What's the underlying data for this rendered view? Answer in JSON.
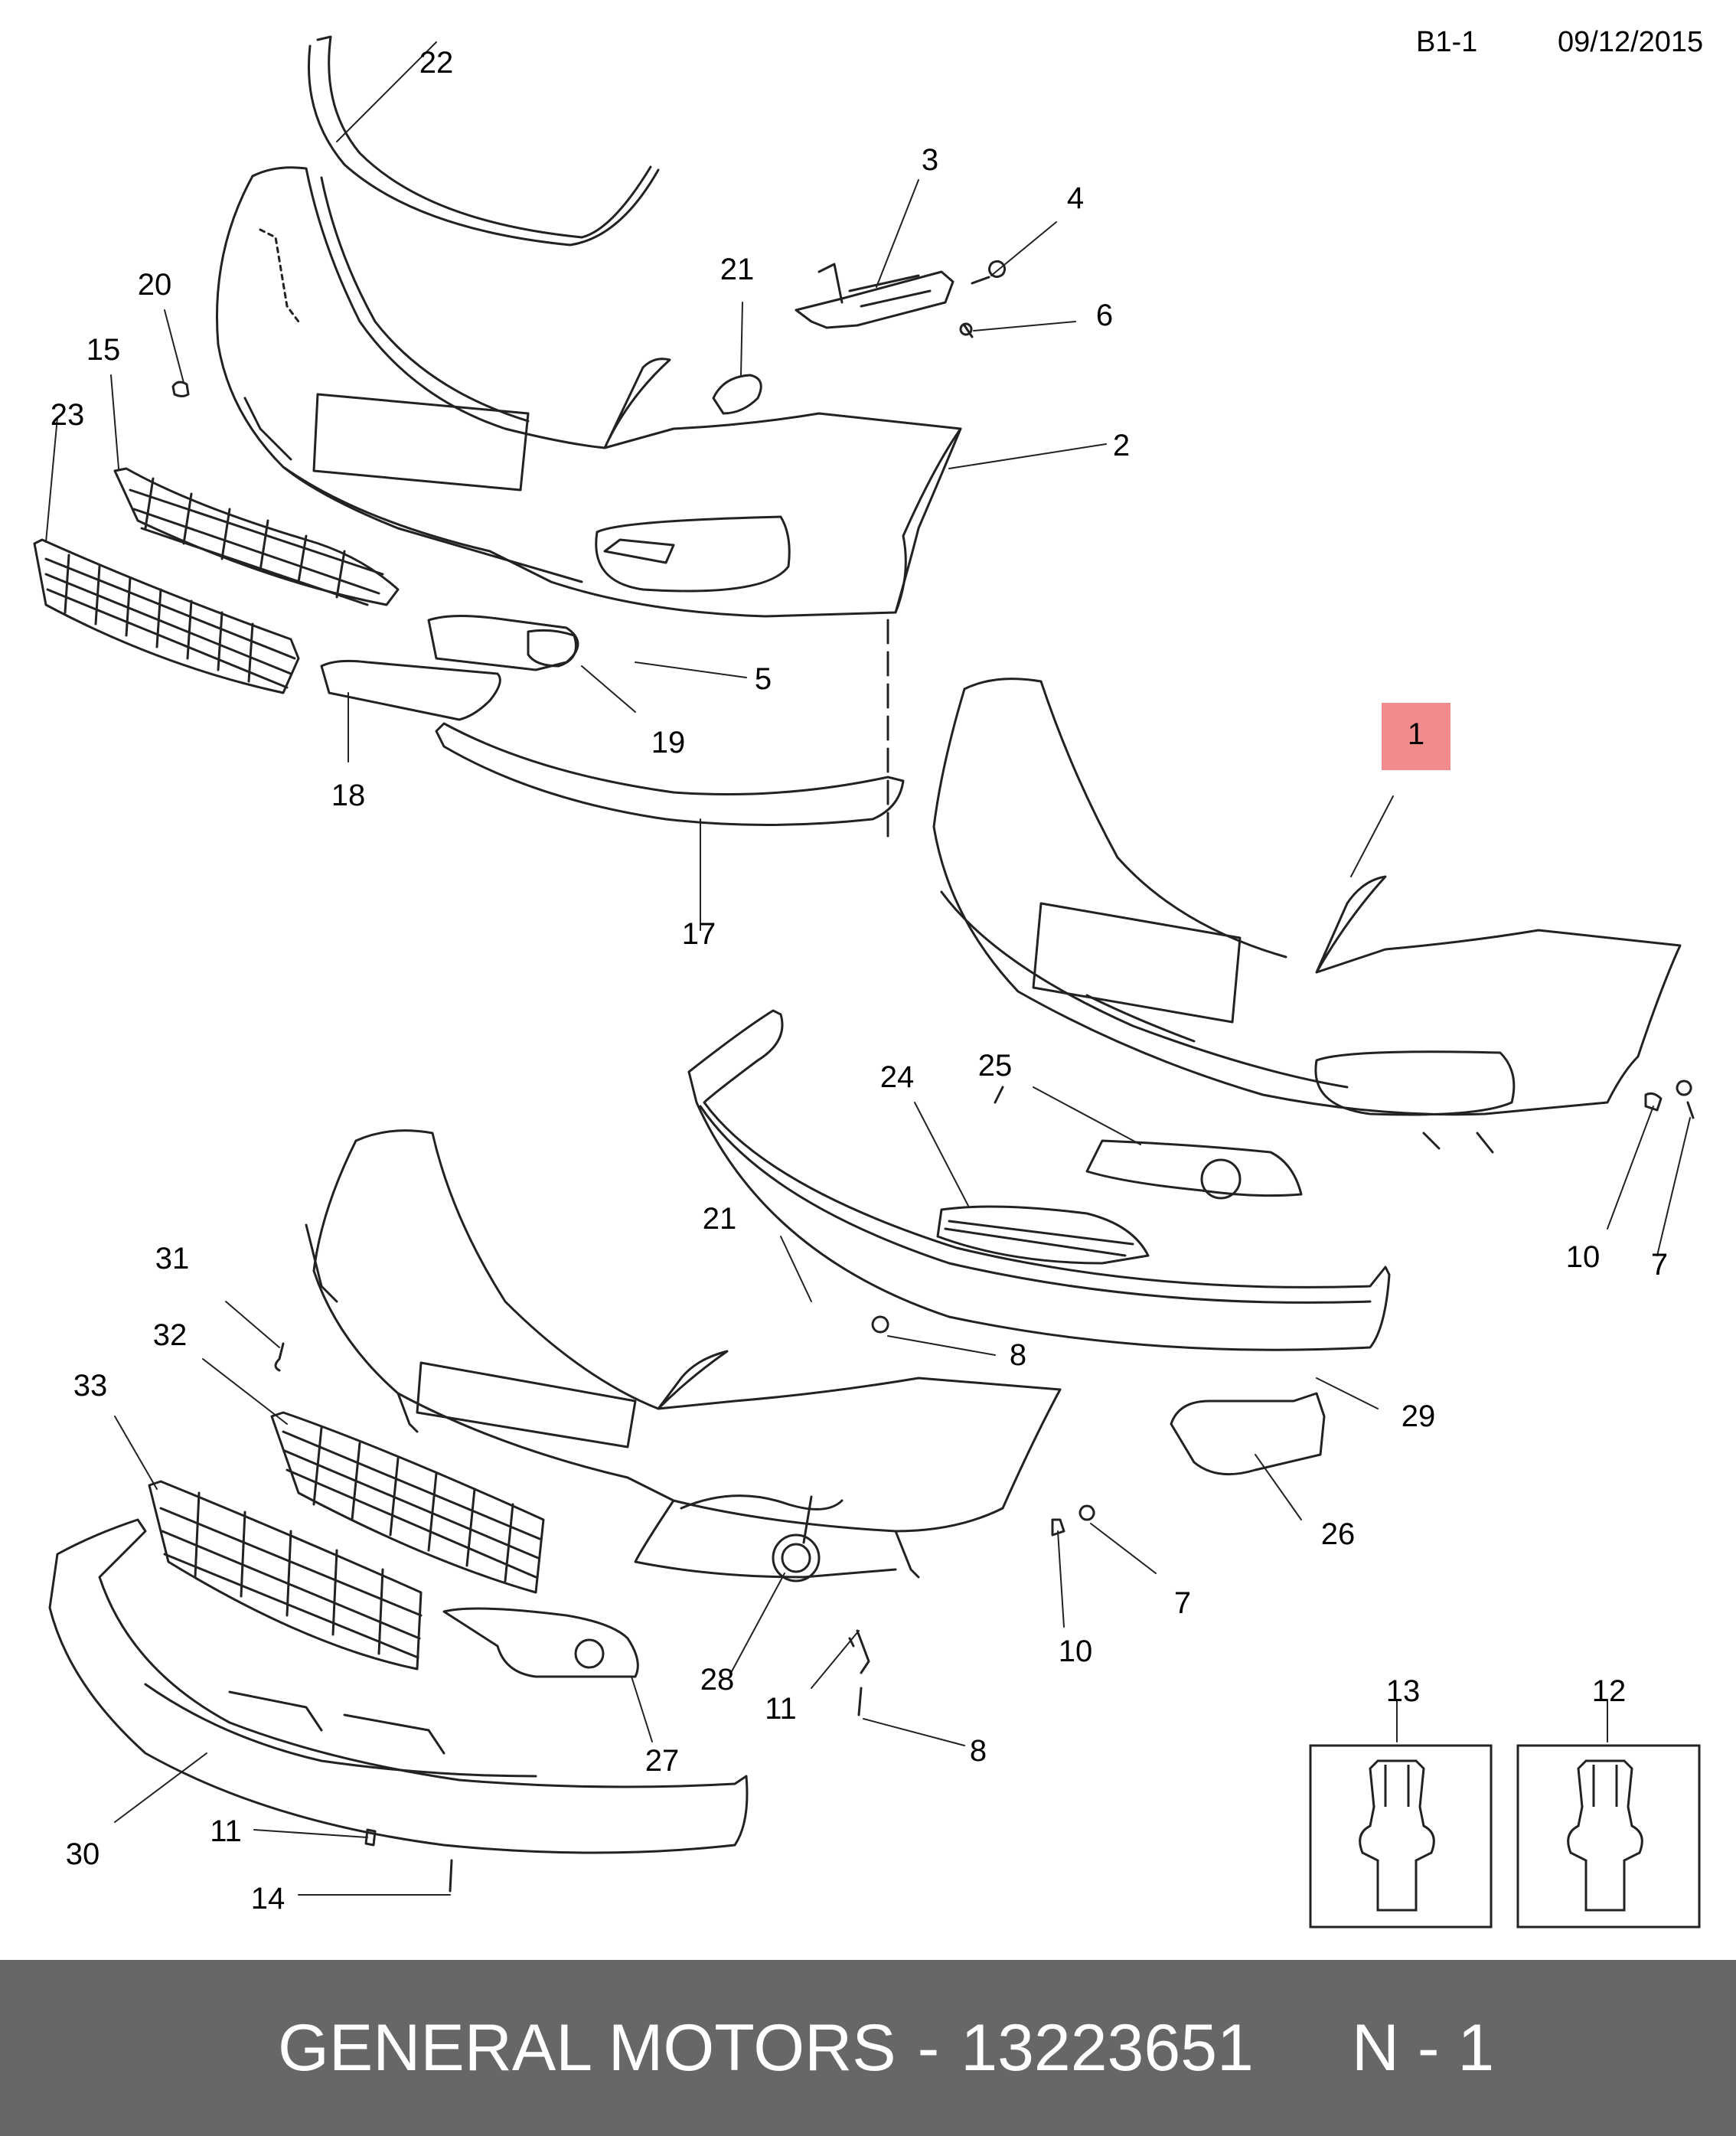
{
  "header": {
    "sheet": "B1-1",
    "date": "09/12/2015"
  },
  "callouts": [
    "22",
    "3",
    "4",
    "6",
    "21",
    "2",
    "20",
    "15",
    "23",
    "5",
    "19",
    "18",
    "17",
    "1",
    "24",
    "25",
    "21",
    "10",
    "7",
    "31",
    "32",
    "33",
    "8",
    "29",
    "26",
    "7",
    "10",
    "28",
    "11",
    "8",
    "27",
    "30",
    "11",
    "14",
    "13",
    "12"
  ],
  "highlighted_callout": "1",
  "footer": {
    "brand": "GENERAL MOTORS",
    "separator": "-",
    "part_number": "13223651",
    "ref": "N - 1"
  },
  "colors": {
    "footer_bg": "#676767",
    "highlight": "#f28c8c",
    "line": "#222222"
  }
}
